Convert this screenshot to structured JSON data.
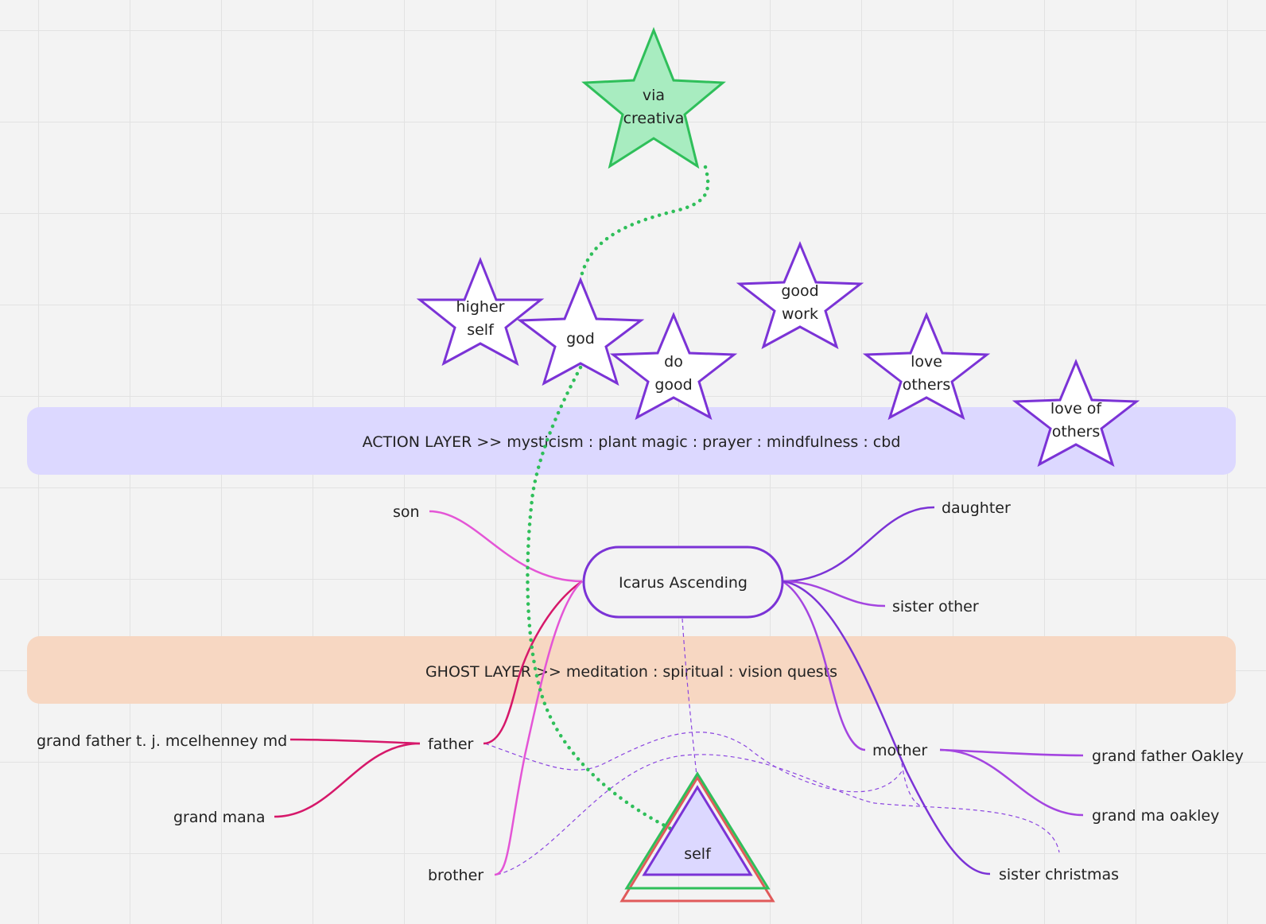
{
  "stars": {
    "via_creativa": {
      "line1": "via",
      "line2": "creativa"
    },
    "higher_self": {
      "line1": "higher",
      "line2": "self"
    },
    "god": {
      "label": "god"
    },
    "do_good": {
      "line1": "do",
      "line2": "good"
    },
    "good_work": {
      "line1": "good",
      "line2": "work"
    },
    "love_others": {
      "line1": "love",
      "line2": "others"
    },
    "love_of_others": {
      "line1": "love of",
      "line2": "others"
    }
  },
  "layers": {
    "action": "ACTION LAYER >> mysticism : plant magic : prayer : mindfulness : cbd",
    "ghost": "GHOST LAYER >> meditation : spiritual : vision quests"
  },
  "center": {
    "label": "Icarus Ascending"
  },
  "self": {
    "label": "self"
  },
  "nodes": {
    "son": "son",
    "daughter": "daughter",
    "sister_other": "sister other",
    "father": "father",
    "mother": "mother",
    "brother": "brother",
    "sister_christmas": "sister christmas",
    "grand_father_left": "grand father t. j. mcelhenney md",
    "grand_mana": "grand mana",
    "grand_father_oakley": "grand father Oakley",
    "grand_ma_oakley": "grand ma oakley"
  },
  "colors": {
    "purple": "#7b33d6",
    "magenta": "#e455d6",
    "crimson": "#d6186a",
    "green": "#2fbf5a",
    "green_fill": "#a8ecc0",
    "action_band": "#dcd8ff",
    "ghost_band": "#f7d7c2",
    "red": "#e05a5a"
  }
}
